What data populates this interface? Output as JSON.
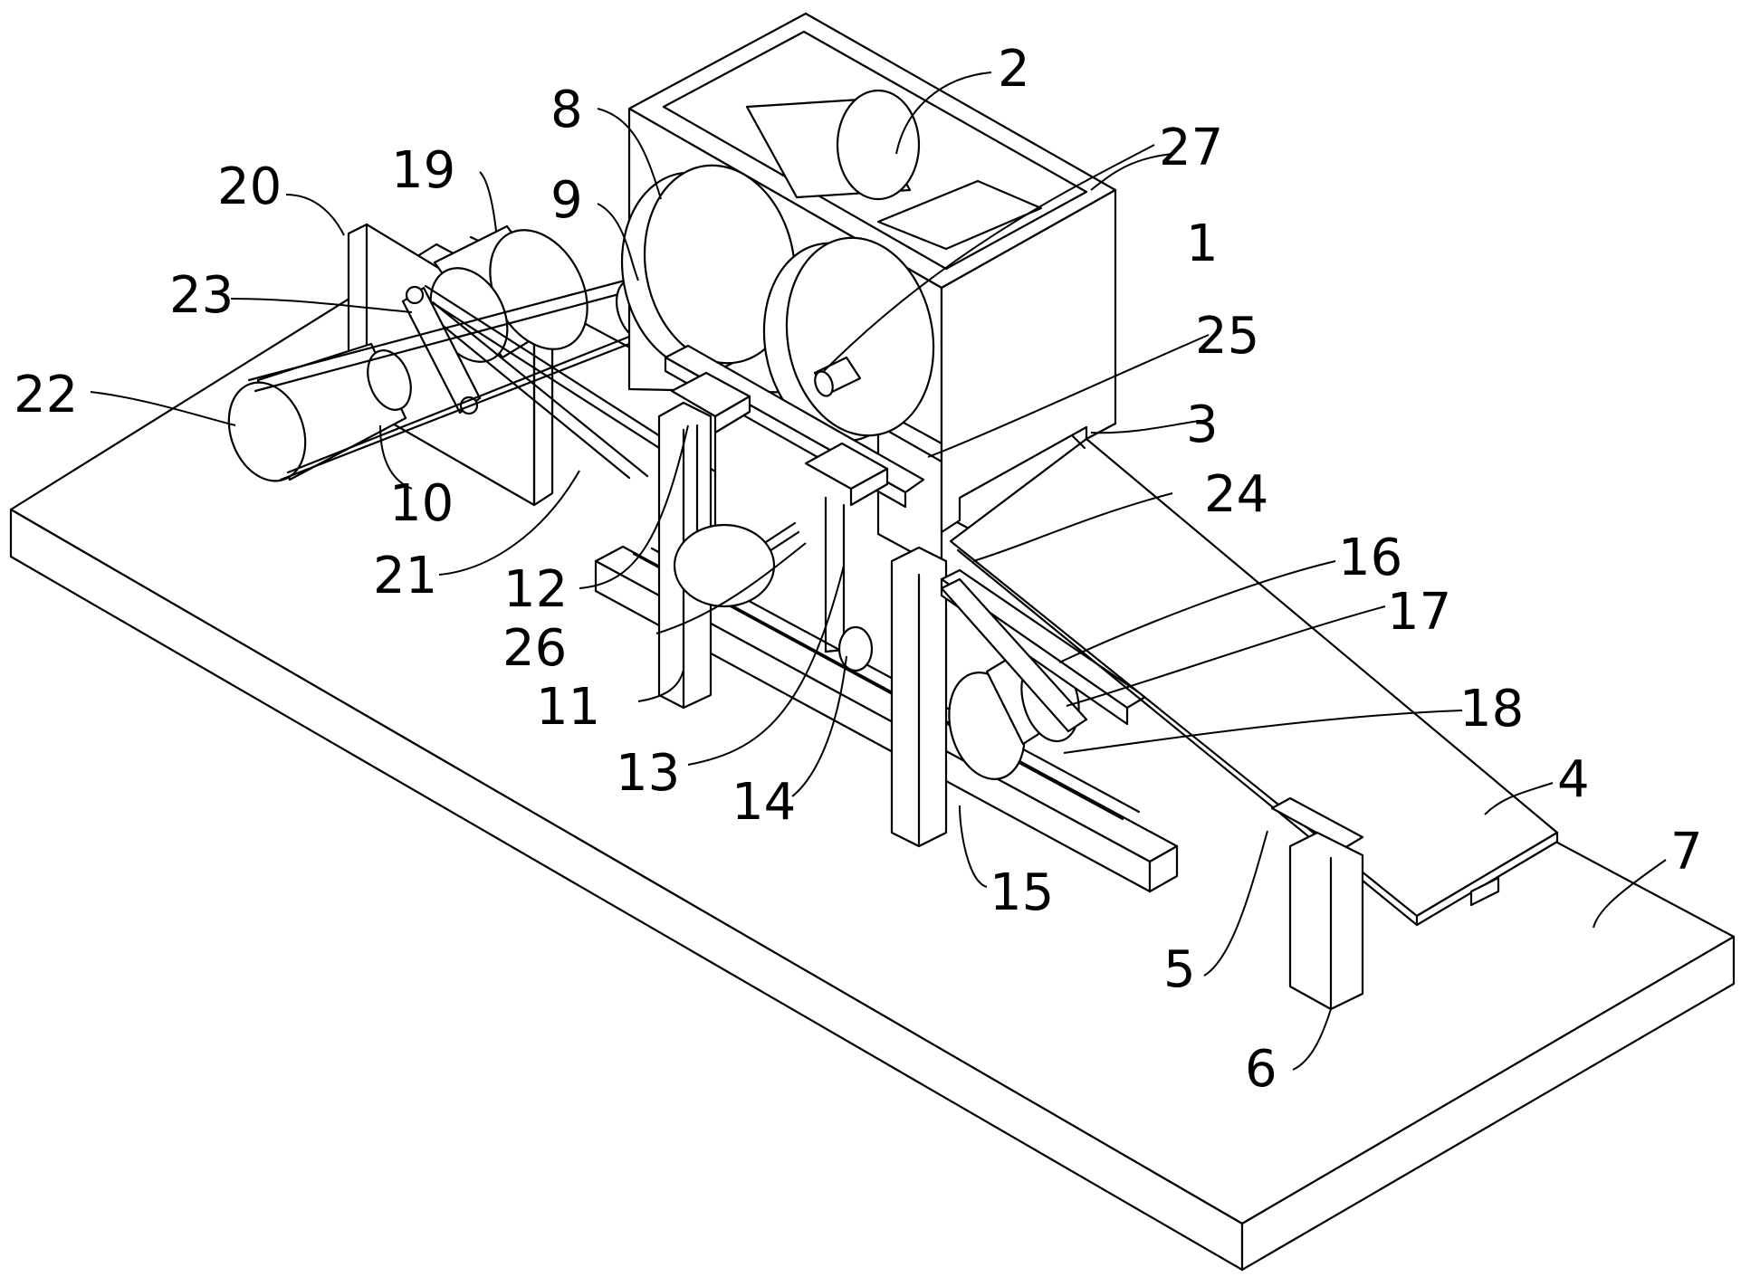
{
  "labels": [
    {
      "id": "1",
      "text": "1"
    },
    {
      "id": "2",
      "text": "2"
    },
    {
      "id": "3",
      "text": "3"
    },
    {
      "id": "4",
      "text": "4"
    },
    {
      "id": "5",
      "text": "5"
    },
    {
      "id": "6",
      "text": "6"
    },
    {
      "id": "7",
      "text": "7"
    },
    {
      "id": "8",
      "text": "8"
    },
    {
      "id": "9",
      "text": "9"
    },
    {
      "id": "10",
      "text": "10"
    },
    {
      "id": "11",
      "text": "11"
    },
    {
      "id": "12",
      "text": "12"
    },
    {
      "id": "13",
      "text": "13"
    },
    {
      "id": "14",
      "text": "14"
    },
    {
      "id": "15",
      "text": "15"
    },
    {
      "id": "16",
      "text": "16"
    },
    {
      "id": "17",
      "text": "17"
    },
    {
      "id": "18",
      "text": "18"
    },
    {
      "id": "19",
      "text": "19"
    },
    {
      "id": "20",
      "text": "20"
    },
    {
      "id": "21",
      "text": "21"
    },
    {
      "id": "22",
      "text": "22"
    },
    {
      "id": "23",
      "text": "23"
    },
    {
      "id": "24",
      "text": "24"
    },
    {
      "id": "25",
      "text": "25"
    },
    {
      "id": "26",
      "text": "26"
    },
    {
      "id": "27",
      "text": "27"
    }
  ]
}
